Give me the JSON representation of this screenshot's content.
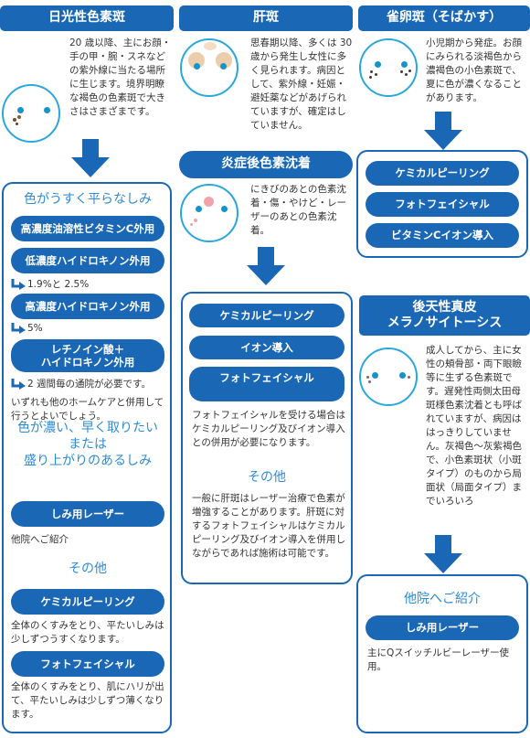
{
  "col1": {
    "title": "日光性色素斑",
    "desc": "20 歳以降、主にお顔・手の甲・腕・スネなどの紫外線に当たる場所に生じます。境界明瞭な褐色の色素斑で大きさはさまざまです。",
    "box": {
      "heading1": "色がうすく平らなしみ",
      "btn1": "高濃度油溶性ビタミンC外用",
      "btn2": "低濃度ハイドロキノン外用",
      "note2": "1.9%と 2.5%",
      "btn3": "高濃度ハイドロキノン外用",
      "note3": "5%",
      "btn4": "レチノイン酸＋\nハイドロキノン外用",
      "note4": "2 週間毎の通院が必要です。",
      "text1": "いずれも他のホームケアと併用して行うとよいでしょう。",
      "heading2": "色が濃い、早く取りたい\nまたは\n盛り上がりのあるしみ",
      "btn5": "しみ用レーザー",
      "text2": "他院へご紹介",
      "heading3": "その他",
      "btn6": "ケミカルピーリング",
      "text3": "全体のくすみをとり、平たいしみは少しずつうすくなります。",
      "btn7": "フォトフェイシャル",
      "text4": "全体のくすみをとり、肌にハリが出て、平たいしみは少しずつ薄くなります。"
    }
  },
  "col2": {
    "title": "肝斑",
    "desc": "思春期以降、多くは 30 歳から発生し女性に多く見られます。病因として、紫外線・妊娠・避妊薬などがあげられていますが、確定はしていません。",
    "title2": "炎症後色素沈着",
    "desc2": "にきびのあとの色素沈着・傷・やけど・レーザーのあとの色素沈着。",
    "box": {
      "btn1": "ケミカルピーリング",
      "btn2": "イオン導入",
      "btn3": "フォトフェイシャル",
      "text1": "フォトフェイシャルを受ける場合はケミカルピーリング及びイオン導入との併用が必要になります。",
      "heading": "その他",
      "text2": "一般に肝斑はレーザー治療で色素が増強することがあります。肝斑に対するフォトフェイシャルはケミカルピーリング及びイオン導入を併用しながらであれば施術は可能です。"
    }
  },
  "col3": {
    "title": "雀卵斑（そばかす）",
    "desc": "小児期から発症。お顔にみられる淡褐色から濃褐色の小色素斑で、夏に色が濃くなることがあります。",
    "box": {
      "btn1": "ケミカルピーリング",
      "btn2": "フォトフェイシャル",
      "btn3": "ビタミンCイオン導入"
    },
    "title2": "後天性真皮\nメラノサイトーシス",
    "desc2": "成人してから、主に女性の頬骨部・両下眼瞼等に生ずる色素斑です。遅発性両側太田母斑様色素沈着とも呼ばれていますが、病因ははっきりしていません。灰褐色〜灰紫褐色で、小色素斑状（小斑タイプ）のものから局面状（局面タイプ）までいろいろ",
    "box2": {
      "heading": "他院へご紹介",
      "btn": "しみ用レーザー",
      "text": "主にQスイッチルビーレーザー使用。"
    }
  },
  "colors": {
    "primary": "#1a68b5",
    "accent": "#2e8bd3",
    "face": "#2aa7dd"
  },
  "icons": [
    "face-icon",
    "arrow-down-icon",
    "corner-arrow-icon"
  ]
}
